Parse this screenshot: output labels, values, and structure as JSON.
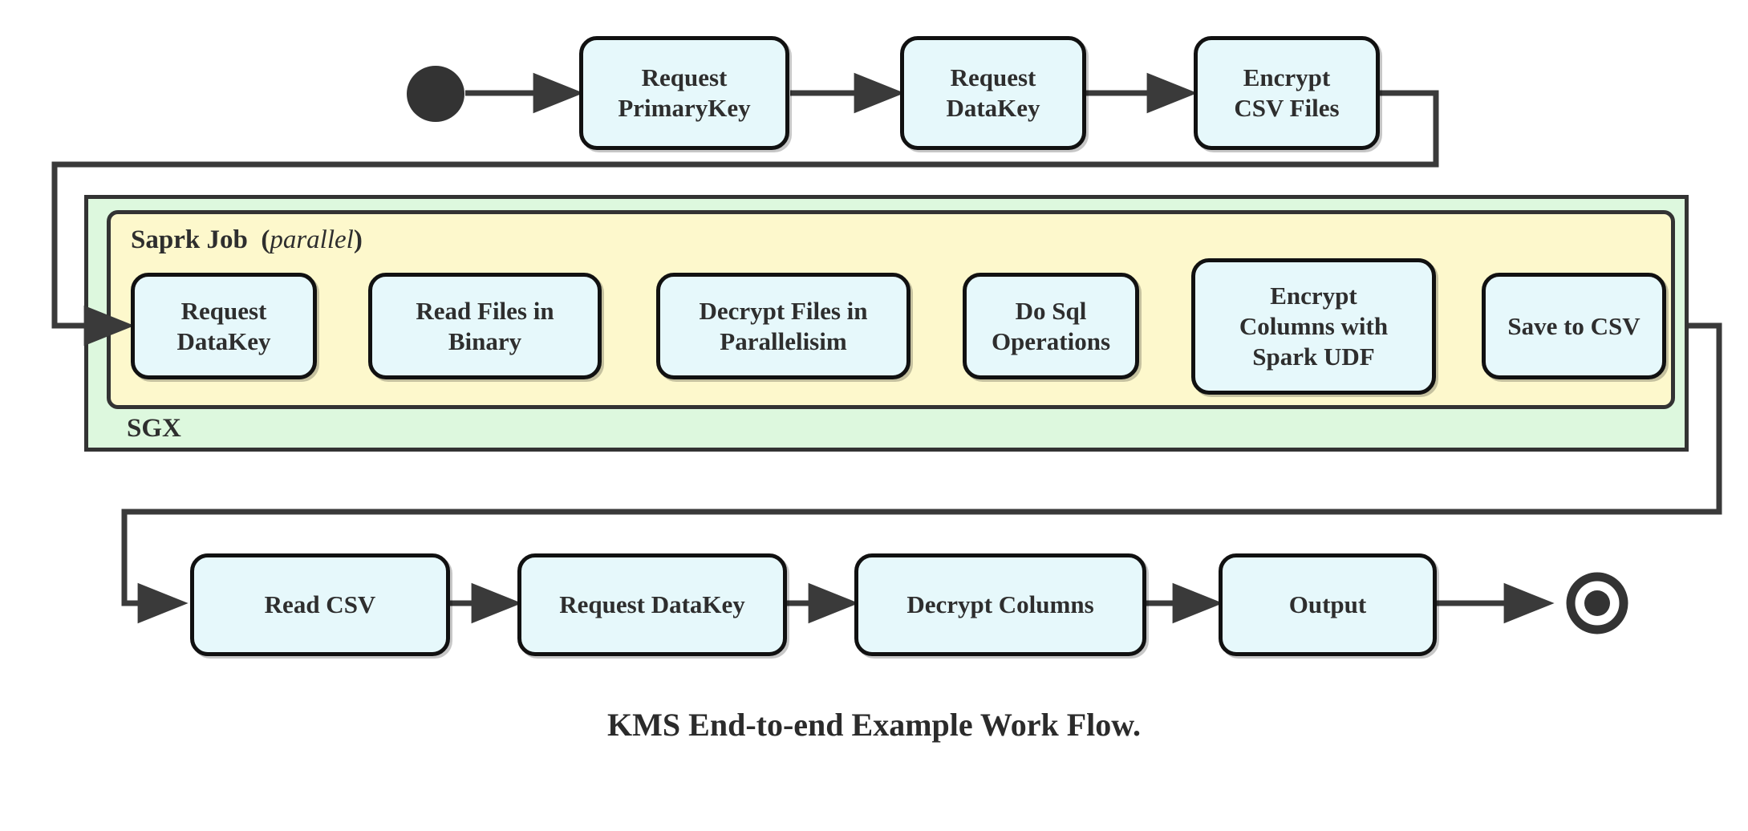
{
  "diagram": {
    "caption": "KMS End-to-end Example Work Flow.",
    "colors": {
      "node_fill": "#e6f8fb",
      "node_stroke": "#111111",
      "sgx_fill": "#ddf8de",
      "spark_fill": "#fdf8cc",
      "container_stroke": "#333333",
      "connector": "#3a3a3a",
      "text": "#2e2e2e",
      "background": "#ffffff"
    },
    "containers": [
      {
        "id": "sgx",
        "label": "SGX",
        "label_position": "bottom-left"
      },
      {
        "id": "spark",
        "label_bold": "Saprk Job",
        "label_paren_open": "(",
        "label_italic": "parallel",
        "label_paren_close": ")",
        "label_position": "top-left"
      }
    ],
    "terminators": {
      "start": {
        "name": "start-node",
        "shape": "filled-circle"
      },
      "end": {
        "name": "end-node",
        "shape": "ring-with-filled-dot"
      }
    },
    "rows": {
      "top": {
        "name": "top-row",
        "nodes": [
          {
            "id": "request-primarykey",
            "lines": [
              "Request",
              "PrimaryKey"
            ]
          },
          {
            "id": "request-datakey-top",
            "lines": [
              "Request",
              "DataKey"
            ]
          },
          {
            "id": "encrypt-csv-files",
            "lines": [
              "Encrypt",
              "CSV Files"
            ]
          }
        ]
      },
      "middle": {
        "name": "spark-job-row",
        "nodes": [
          {
            "id": "request-datakey-spark",
            "lines": [
              "Request",
              "DataKey"
            ]
          },
          {
            "id": "read-files-in-binary",
            "lines": [
              "Read Files in",
              "Binary"
            ]
          },
          {
            "id": "decrypt-files-in-parallelisim",
            "lines": [
              "Decrypt Files in",
              "Parallelisim"
            ]
          },
          {
            "id": "do-sql-operations",
            "lines": [
              "Do Sql",
              "Operations"
            ]
          },
          {
            "id": "encrypt-columns-with-spark-udf",
            "lines": [
              "Encrypt",
              "Columns with",
              "Spark UDF"
            ]
          },
          {
            "id": "save-to-csv",
            "lines": [
              "Save to CSV"
            ]
          }
        ]
      },
      "bottom": {
        "name": "output-row",
        "nodes": [
          {
            "id": "read-csv",
            "lines": [
              "Read CSV"
            ]
          },
          {
            "id": "request-datakey-bottom",
            "lines": [
              "Request DataKey"
            ]
          },
          {
            "id": "decrypt-columns",
            "lines": [
              "Decrypt Columns"
            ]
          },
          {
            "id": "output",
            "lines": [
              "Output"
            ]
          }
        ]
      }
    },
    "flow_edges": [
      {
        "from": "start",
        "to": "request-primarykey",
        "type": "straight"
      },
      {
        "from": "request-primarykey",
        "to": "request-datakey-top",
        "type": "straight"
      },
      {
        "from": "request-datakey-top",
        "to": "encrypt-csv-files",
        "type": "straight"
      },
      {
        "from": "encrypt-csv-files",
        "to": "request-datakey-spark",
        "type": "orthogonal-wrap-left"
      },
      {
        "from": "request-datakey-spark",
        "to": "read-files-in-binary",
        "type": "straight"
      },
      {
        "from": "read-files-in-binary",
        "to": "decrypt-files-in-parallelisim",
        "type": "straight"
      },
      {
        "from": "decrypt-files-in-parallelisim",
        "to": "do-sql-operations",
        "type": "straight"
      },
      {
        "from": "do-sql-operations",
        "to": "encrypt-columns-with-spark-udf",
        "type": "straight"
      },
      {
        "from": "encrypt-columns-with-spark-udf",
        "to": "save-to-csv",
        "type": "straight"
      },
      {
        "from": "save-to-csv",
        "to": "read-csv",
        "type": "orthogonal-wrap-right"
      },
      {
        "from": "read-csv",
        "to": "request-datakey-bottom",
        "type": "straight"
      },
      {
        "from": "request-datakey-bottom",
        "to": "decrypt-columns",
        "type": "straight"
      },
      {
        "from": "decrypt-columns",
        "to": "output",
        "type": "straight"
      },
      {
        "from": "output",
        "to": "end",
        "type": "straight"
      }
    ]
  }
}
